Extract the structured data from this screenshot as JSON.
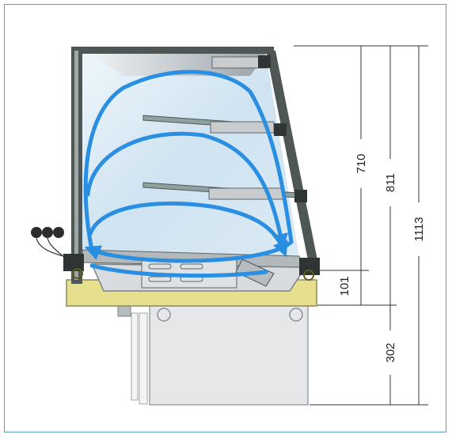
{
  "diagram": {
    "dimensions": [
      {
        "label": "710"
      },
      {
        "label": "811"
      },
      {
        "label": "1113"
      },
      {
        "label": "101"
      },
      {
        "label": "302"
      }
    ]
  },
  "colors": {
    "frame_border": "#5aa0c8",
    "airflow": "#2a8fe0",
    "base": "#e6e08e",
    "cabinet": "#e6e7e9",
    "glass": "#cfe4f2",
    "dark_frame": "#4f5656"
  },
  "icons": [
    "airflow-arrow-icon",
    "control-knob-icon"
  ]
}
